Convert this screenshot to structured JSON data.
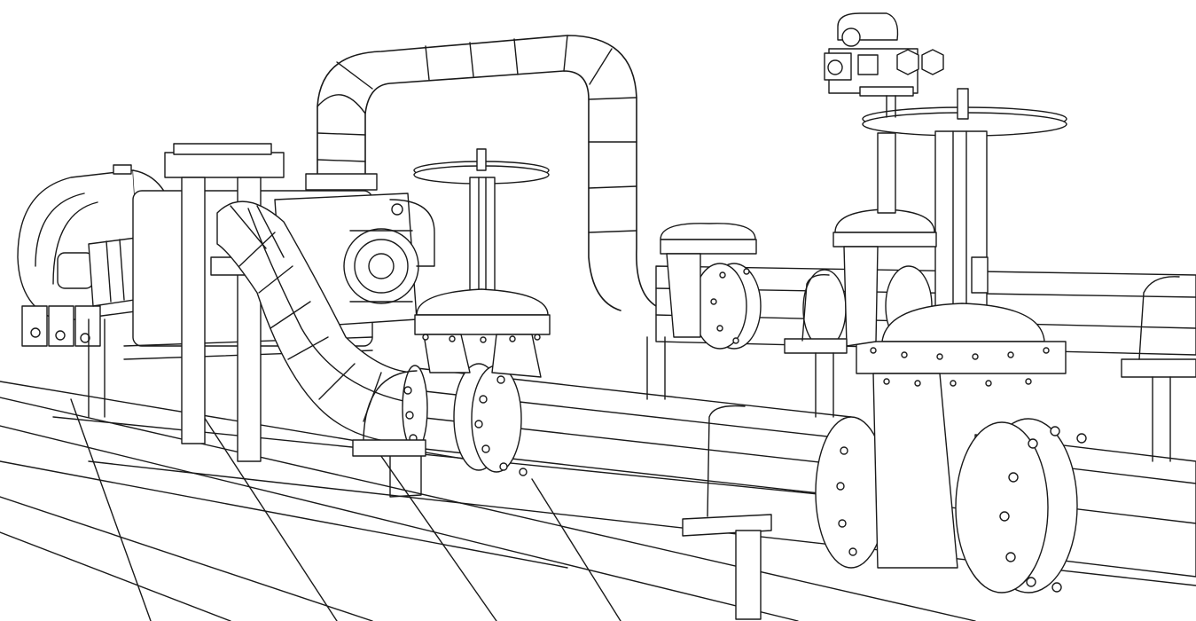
{
  "drawing": {
    "style": "line-art wireframe",
    "colors": {
      "stroke": "#1a1a1a",
      "fill": "#ffffff",
      "background": "#ffffff"
    },
    "components": [
      {
        "id": "motor",
        "icon": "motor-icon"
      },
      {
        "id": "coupling",
        "icon": "coupling-icon"
      },
      {
        "id": "pump",
        "icon": "pump-icon"
      },
      {
        "id": "left-gate-valve",
        "icon": "valve-handwheel-icon"
      },
      {
        "id": "right-gate-valve",
        "icon": "valve-handwheel-icon"
      },
      {
        "id": "actuator",
        "icon": "actuator-icon"
      },
      {
        "id": "overhead-pipe-loop",
        "icon": "pipe-icon"
      },
      {
        "id": "main-pipeline",
        "icon": "pipe-icon"
      },
      {
        "id": "skid-base",
        "icon": "grid-icon"
      }
    ]
  }
}
